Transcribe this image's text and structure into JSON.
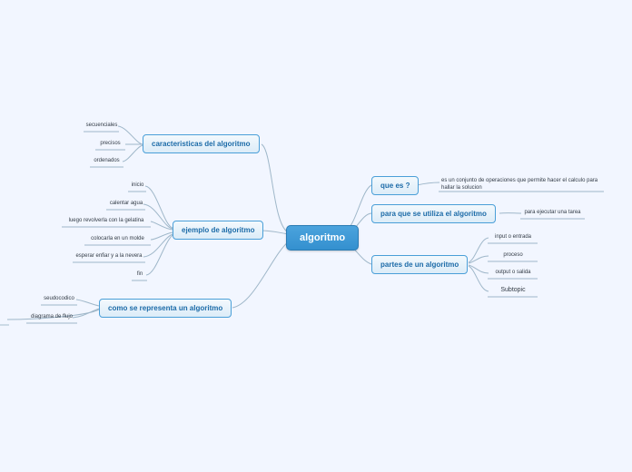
{
  "diagram": {
    "type": "mind-map",
    "background_color": "#f2f6ff",
    "root": {
      "label": "algoritmo",
      "color": "#3f97d4"
    },
    "branches": [
      {
        "label": "caracteristicas del algoritmo",
        "children": [
          {
            "label": "secuenciales"
          },
          {
            "label": "precisos"
          },
          {
            "label": "ordenados"
          }
        ]
      },
      {
        "label": "ejemplo de algoritmo",
        "children": [
          {
            "label": "inicio"
          },
          {
            "label": "calentar agua"
          },
          {
            "label": "luego revolverla con la gelatina"
          },
          {
            "label": "colocarla en un molde"
          },
          {
            "label": "esperar enfiar y a la nevera"
          },
          {
            "label": "fin"
          }
        ]
      },
      {
        "label": "como se representa un algoritmo",
        "children": [
          {
            "label": "seudocodico"
          },
          {
            "label": "diagrama de flujo"
          }
        ]
      },
      {
        "label": "que es ?",
        "children": [
          {
            "label": "es un conjunto de operaciones que permite hacer el calculo para hallar la solucion"
          }
        ]
      },
      {
        "label": "para que se utiliza el algoritmo",
        "children": [
          {
            "label": "para ejecutar una tarea"
          }
        ]
      },
      {
        "label": "partes de un algoritmo",
        "children": [
          {
            "label": "input o entrada"
          },
          {
            "label": "proceso"
          },
          {
            "label": "output o salida"
          },
          {
            "label": "Subtopic"
          }
        ]
      }
    ]
  }
}
